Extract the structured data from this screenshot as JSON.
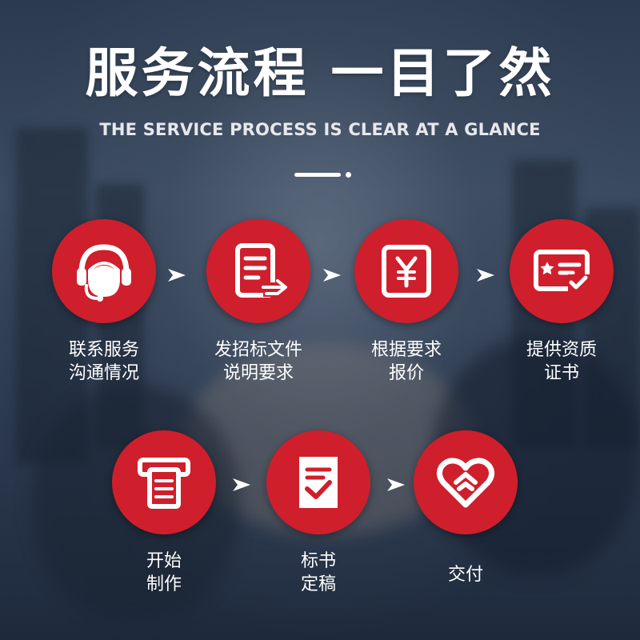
{
  "header": {
    "title": "服务流程 一目了然",
    "subtitle": "THE SERVICE PROCESS IS CLEAR AT A GLANCE"
  },
  "steps": [
    {
      "icon": "headset-agent-icon",
      "line1": "联系服务",
      "line2": "沟通情况"
    },
    {
      "icon": "document-send-icon",
      "line1": "发招标文件",
      "line2": "说明要求"
    },
    {
      "icon": "yuan-price-icon",
      "line1": "根据要求",
      "line2": "报价"
    },
    {
      "icon": "certificate-icon",
      "line1": "提供资质",
      "line2": "证书"
    },
    {
      "icon": "printer-icon",
      "line1": "开始",
      "line2": "制作"
    },
    {
      "icon": "document-check-icon",
      "line1": "标书",
      "line2": "定稿"
    },
    {
      "icon": "heart-handshake-icon",
      "line1": "交付",
      "line2": ""
    }
  ],
  "colors": {
    "accent": "#cf1f2c",
    "text": "#ffffff",
    "background": "#27354a"
  }
}
